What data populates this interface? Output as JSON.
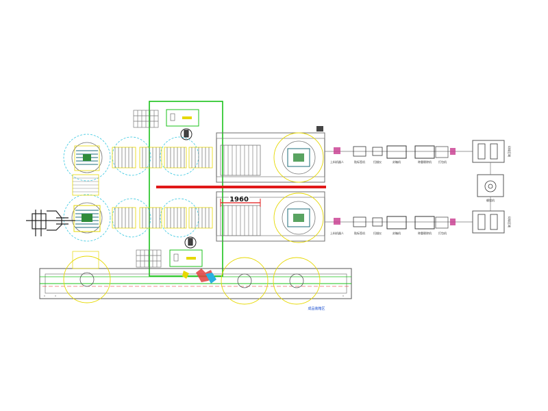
{
  "drawing": {
    "dimension_label": "1960",
    "lower_left_caption": "成品装箱区",
    "station_labels": [
      "上料机器人",
      "贴标签机",
      "扫描仪",
      "封箱机",
      "称重剔除机",
      "打包机"
    ],
    "right_panel_labels": [
      "码垛区域",
      "缠绕机",
      "码垛区域"
    ],
    "colors": {
      "outline": "#9aa0a6",
      "green_frame": "#19c219",
      "red_bar": "#e01818",
      "yellow": "#e6d800",
      "cyan_dash": "#35c7e0",
      "navy": "#1d2a5b",
      "dark_grey": "#555555"
    }
  }
}
